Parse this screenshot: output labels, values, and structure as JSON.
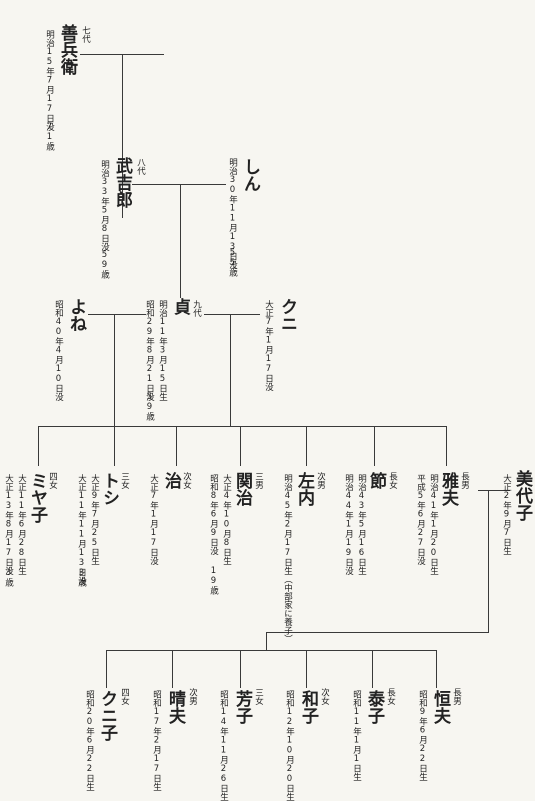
{
  "persons": [
    {
      "name": "善兵衛",
      "gen": "七代",
      "info": "明治15年7月17日没",
      "age": "71歳"
    },
    {
      "name": "武吉郎",
      "gen": "八代",
      "info": "明治33年5月8日没",
      "age": "59歳"
    },
    {
      "name": "しん",
      "gen": "",
      "info": "明治30年11月13日没",
      "age": "55歳"
    },
    {
      "name": "よね",
      "gen": "",
      "info": "昭和40年4月10日没",
      "age": ""
    },
    {
      "name": "貞",
      "gen": "九代",
      "info": "明治11年3月15日生",
      "info2": "昭和29年8月21日没",
      "age": "59歳"
    },
    {
      "name": "クニ",
      "gen": "",
      "info": "大正7年1月17日没",
      "age": ""
    },
    {
      "name": "ミヤ子",
      "gen": "四女",
      "info": "大正11年6月28日生",
      "info2": "大正13年8月17日没",
      "age": "3歳"
    },
    {
      "name": "トシ",
      "gen": "三女",
      "info": "大正9年7月25日生",
      "info2": "大正11年11月13日没",
      "age": "3歳"
    },
    {
      "name": "治",
      "gen": "次女",
      "info": "大正7年1月17日没",
      "age": ""
    },
    {
      "name": "関治",
      "gen": "三男",
      "info": "大正4年10月8日生",
      "info2": "昭和8年6月9日没",
      "age": "19歳"
    },
    {
      "name": "左内",
      "gen": "次男",
      "info": "明治45年2月17日生（中部家に養子）",
      "age": ""
    },
    {
      "name": "節",
      "gen": "長女",
      "info": "明治43年5月16日生",
      "info2": "明治44年1月19日没",
      "age": ""
    },
    {
      "name": "雅夫",
      "gen": "長男",
      "info": "明治41年1月20日生",
      "info2": "平成5年6月27日没",
      "age": ""
    },
    {
      "name": "美代子",
      "gen": "",
      "info": "大正2年9月7日生",
      "age": ""
    },
    {
      "name": "クニ子",
      "gen": "四女",
      "info": "昭和20年6月22日生",
      "age": ""
    },
    {
      "name": "晴夫",
      "gen": "次男",
      "info": "昭和17年2月17日生",
      "age": ""
    },
    {
      "name": "芳子",
      "gen": "三女",
      "info": "昭和14年11月26日生",
      "age": ""
    },
    {
      "name": "和子",
      "gen": "次女",
      "info": "昭和12年10月20日生",
      "age": ""
    },
    {
      "name": "泰子",
      "gen": "長女",
      "info": "昭和11年1月1日生",
      "age": ""
    },
    {
      "name": "恒夫",
      "gen": "長男",
      "info": "昭和9年6月22日生",
      "age": ""
    }
  ]
}
